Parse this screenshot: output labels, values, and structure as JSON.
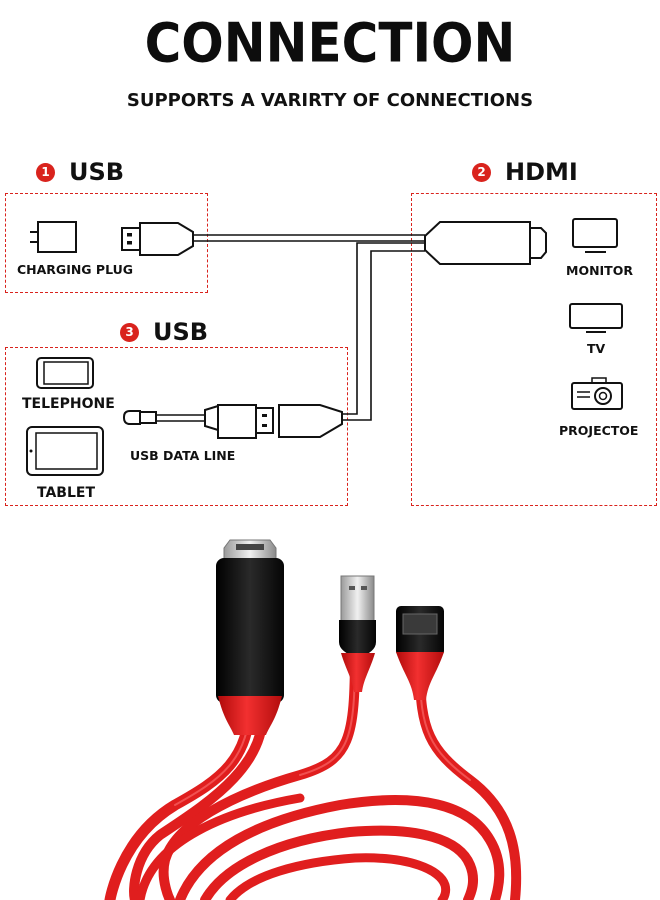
{
  "header": {
    "title": "CONNECTION",
    "subtitle": "SUPPORTS A VARIRTY OF CONNECTIONS"
  },
  "sections": {
    "usb_power": {
      "number": "1",
      "label": "USB",
      "device_label": "CHARGING PLUG",
      "icon": "charging-plug-icon"
    },
    "hdmi": {
      "number": "2",
      "label": "HDMI",
      "devices": [
        {
          "label": "MONITOR",
          "icon": "monitor-icon"
        },
        {
          "label": "TV",
          "icon": "tv-icon"
        },
        {
          "label": "PROJECTOE",
          "icon": "projector-icon"
        }
      ]
    },
    "usb_device": {
      "number": "3",
      "label": "USB",
      "devices": [
        {
          "label": "TELEPHONE",
          "icon": "telephone-icon"
        },
        {
          "label": "TABLET",
          "icon": "tablet-icon"
        }
      ],
      "cable_label": "USB DATA LINE"
    }
  },
  "colors": {
    "accent": "#d9231d",
    "cable": "#e01e1e",
    "connector": "#1a1a1a"
  }
}
